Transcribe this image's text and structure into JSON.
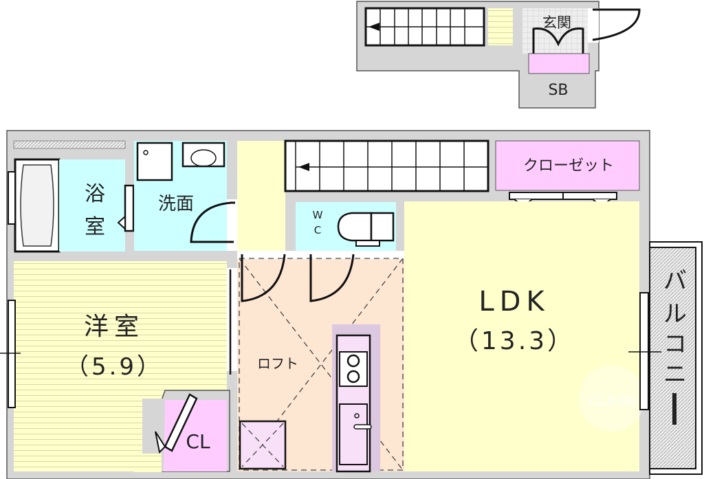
{
  "rooms": {
    "entrance": "玄関",
    "shoe_box": "SB",
    "bathroom": [
      "浴",
      "室"
    ],
    "washroom": "洗面",
    "wc": [
      "W",
      "C"
    ],
    "closet": "クローゼット",
    "western_room": {
      "name": "洋室",
      "size": "（5.9）"
    },
    "ldk": {
      "name": "LDK",
      "size": "（13.3）"
    },
    "loft": "ロフト",
    "cl": "CL",
    "balcony": [
      "バ",
      "ル",
      "コ",
      "ニ",
      "ー"
    ]
  },
  "watermark": "CLASH",
  "colors": {
    "wall": "#d6d6d6",
    "wet_area": "#ccffff",
    "living": "#ffffcc",
    "storage": "#ffccff",
    "loft": "#fde6d2",
    "kitchen": "#dcc8e0"
  }
}
